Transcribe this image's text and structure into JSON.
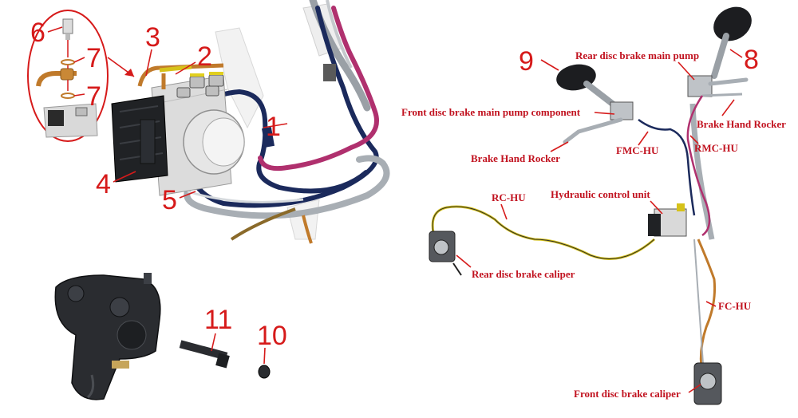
{
  "callout_numbers": [
    "1",
    "2",
    "3",
    "4",
    "5",
    "6",
    "7",
    "7",
    "8",
    "9",
    "10",
    "11"
  ],
  "labels": {
    "rear_main_pump": "Rear disc brake main pump",
    "front_main_pump": "Front disc brake main pump component",
    "brake_hand_rocker_right": "Brake Hand Rocker",
    "brake_hand_rocker_left": "Brake Hand Rocker",
    "fmc_hu": "FMC-HU",
    "rmc_hu": "RMC-HU",
    "rc_hu": "RC-HU",
    "hydraulic_control_unit": "Hydraulic control unit",
    "rear_caliper": "Rear disc brake caliper",
    "fc_hu": "FC-HU",
    "front_caliper": "Front disc brake caliper"
  },
  "colors": {
    "callout_red": "#d61a1a",
    "label_red": "#c1121f",
    "hose_navy": "#1b2a5c",
    "hose_magenta": "#b0306e",
    "hose_yellow": "#d6c21a",
    "pipe_copper": "#c07a2b",
    "steel": "#a8aeb4",
    "body_black": "#202225"
  }
}
